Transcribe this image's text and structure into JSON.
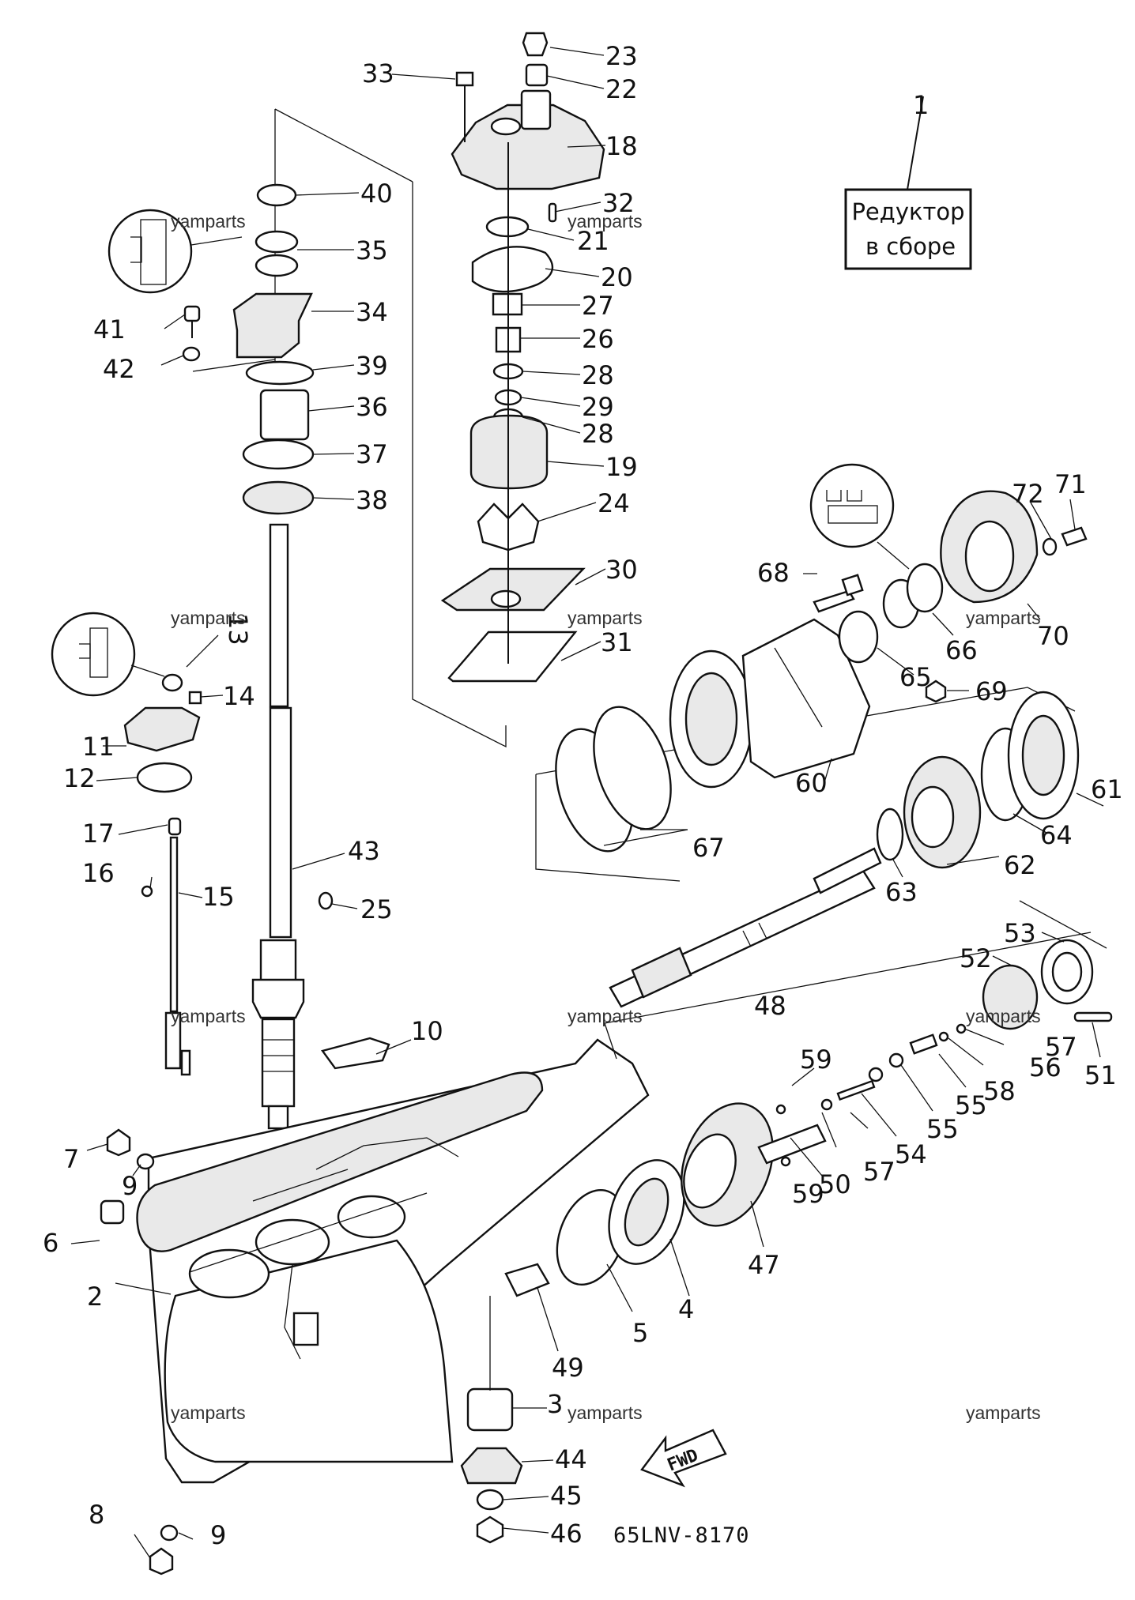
{
  "assembly_label": {
    "line1": "Редуктор",
    "line2": "в сборе"
  },
  "diagram_code": "65LNV-8170",
  "fwd_label": "FWD",
  "watermark": "yamparts",
  "part_numbers": {
    "p1": "1",
    "p2": "2",
    "p3": "3",
    "p4": "4",
    "p5": "5",
    "p6": "6",
    "p7": "7",
    "p8": "8",
    "p9a": "9",
    "p9b": "9",
    "p10": "10",
    "p11": "11",
    "p12": "12",
    "p13": "13",
    "p14": "14",
    "p15": "15",
    "p16": "16",
    "p17": "17",
    "p18": "18",
    "p19": "19",
    "p20": "20",
    "p21": "21",
    "p22": "22",
    "p23": "23",
    "p24": "24",
    "p25": "25",
    "p26": "26",
    "p27": "27",
    "p28a": "28",
    "p28b": "28",
    "p29": "29",
    "p30": "30",
    "p31": "31",
    "p32": "32",
    "p33": "33",
    "p34": "34",
    "p35": "35",
    "p36": "36",
    "p37": "37",
    "p38": "38",
    "p39": "39",
    "p40": "40",
    "p41": "41",
    "p42": "42",
    "p43": "43",
    "p44": "44",
    "p45": "45",
    "p46": "46",
    "p47": "47",
    "p48": "48",
    "p49": "49",
    "p50": "50",
    "p51": "51",
    "p52": "52",
    "p53": "53",
    "p54": "54",
    "p55a": "55",
    "p55b": "55",
    "p56": "56",
    "p57a": "57",
    "p57b": "57",
    "p58": "58",
    "p59a": "59",
    "p59b": "59",
    "p60": "60",
    "p61": "61",
    "p62": "62",
    "p63": "63",
    "p64": "64",
    "p65": "65",
    "p66": "66",
    "p67": "67",
    "p68": "68",
    "p69": "69",
    "p70": "70",
    "p71": "71",
    "p72": "72"
  }
}
